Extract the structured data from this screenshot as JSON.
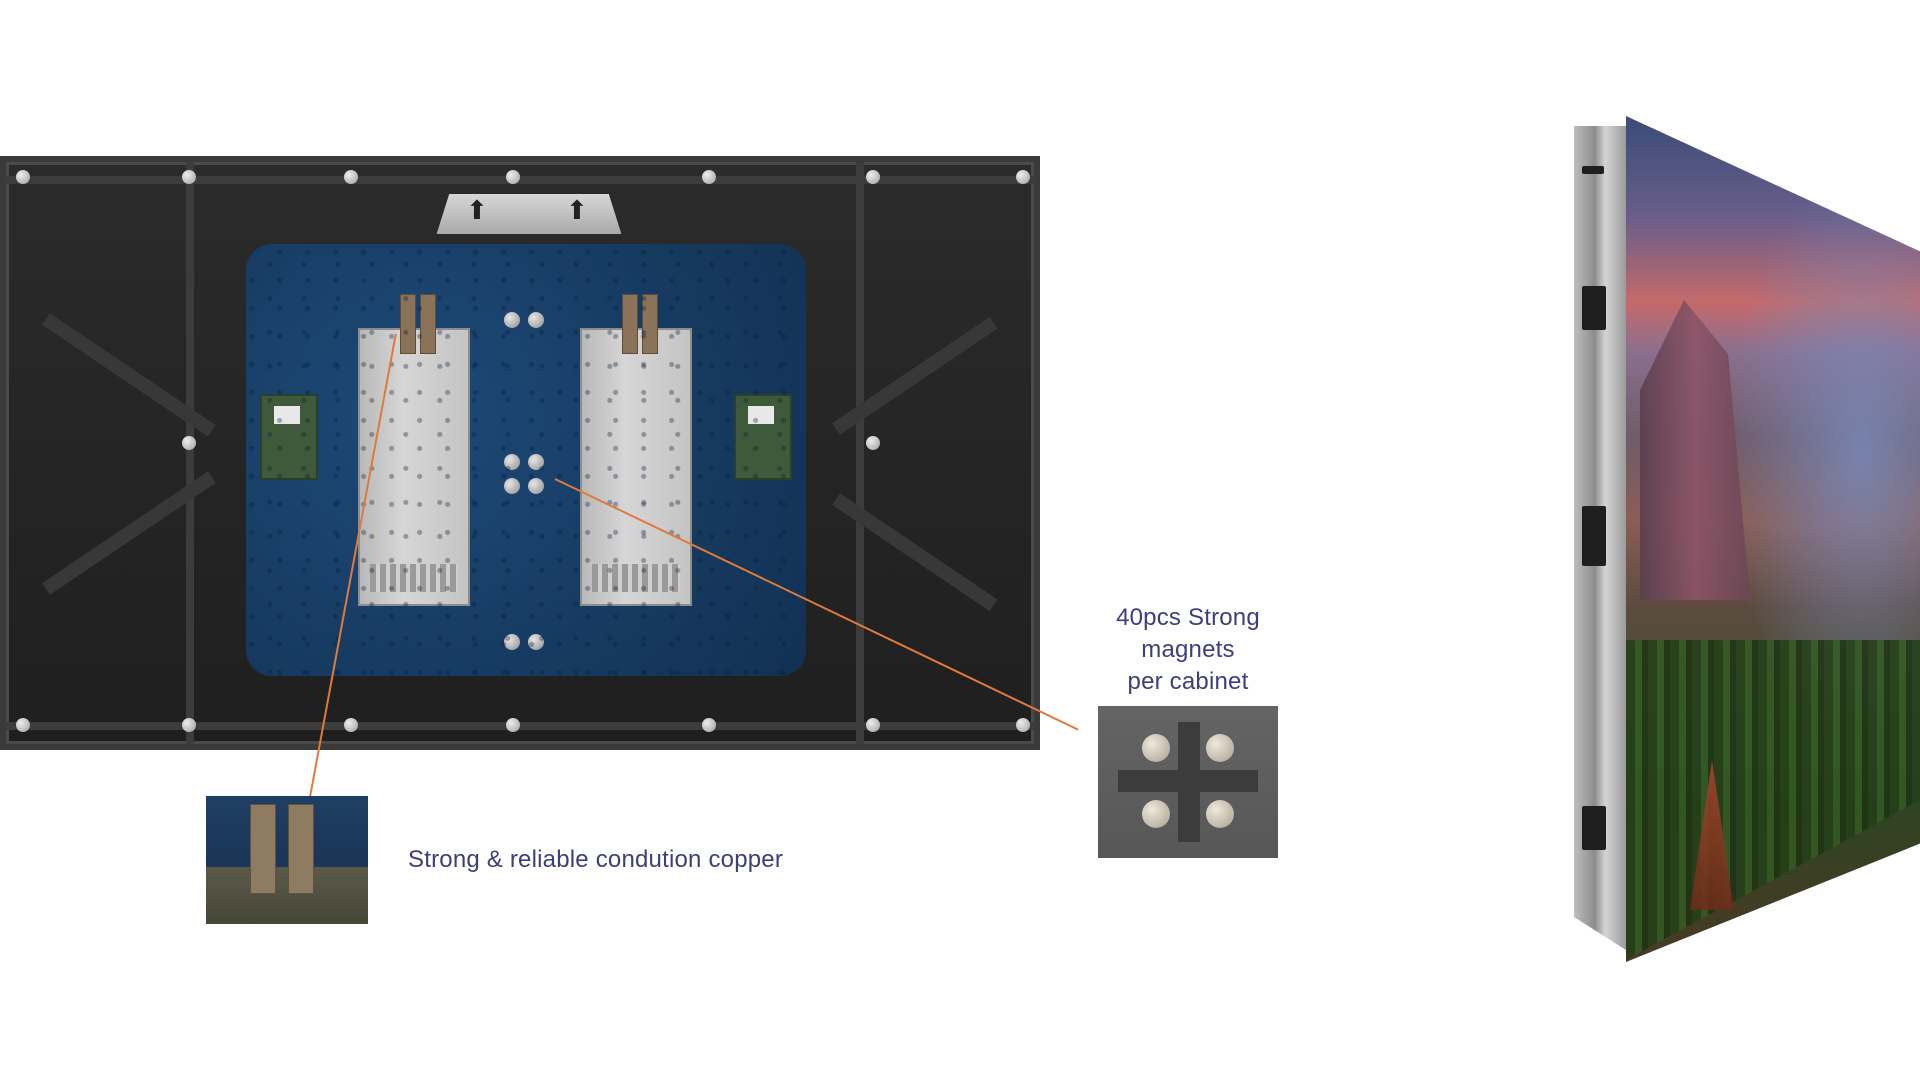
{
  "callouts": {
    "copper_label": "Strong & reliable condution copper",
    "magnet_label_line1": "40pcs Strong",
    "magnet_label_line2": "magnets",
    "magnet_label_line3": "per cabinet"
  },
  "colors": {
    "background": "#ffffff",
    "label_text": "#3c3f7a",
    "leader_line": "#e07a3a",
    "pcb_blue": "#1d4a78",
    "cabinet_frame": "#2b2b2b"
  },
  "icons": {
    "handle_arrows": "arrow-up-icon"
  }
}
